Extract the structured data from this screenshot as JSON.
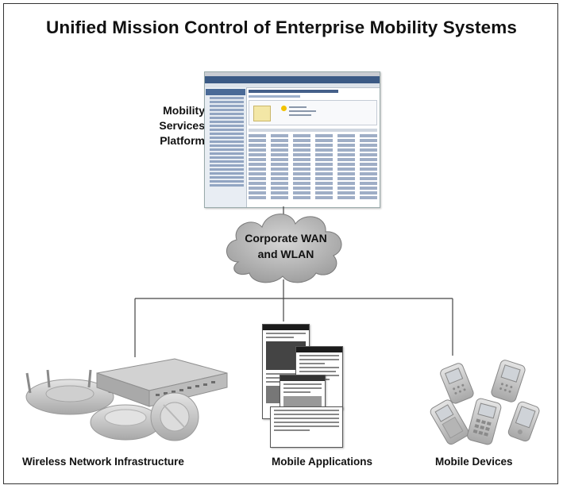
{
  "title": "Unified Mission Control of Enterprise Mobility Systems",
  "platform": {
    "lines": [
      "Mobility",
      "Services",
      "Platform"
    ]
  },
  "cloud": {
    "lines": [
      "Corporate WAN",
      "and WLAN"
    ]
  },
  "bottom": {
    "infrastructure": "Wireless Network Infrastructure",
    "applications": "Mobile Applications",
    "devices": "Mobile Devices"
  },
  "colors": {
    "cloud_fill": "#a9a9a9",
    "line": "#444444",
    "frame": "#333333"
  }
}
